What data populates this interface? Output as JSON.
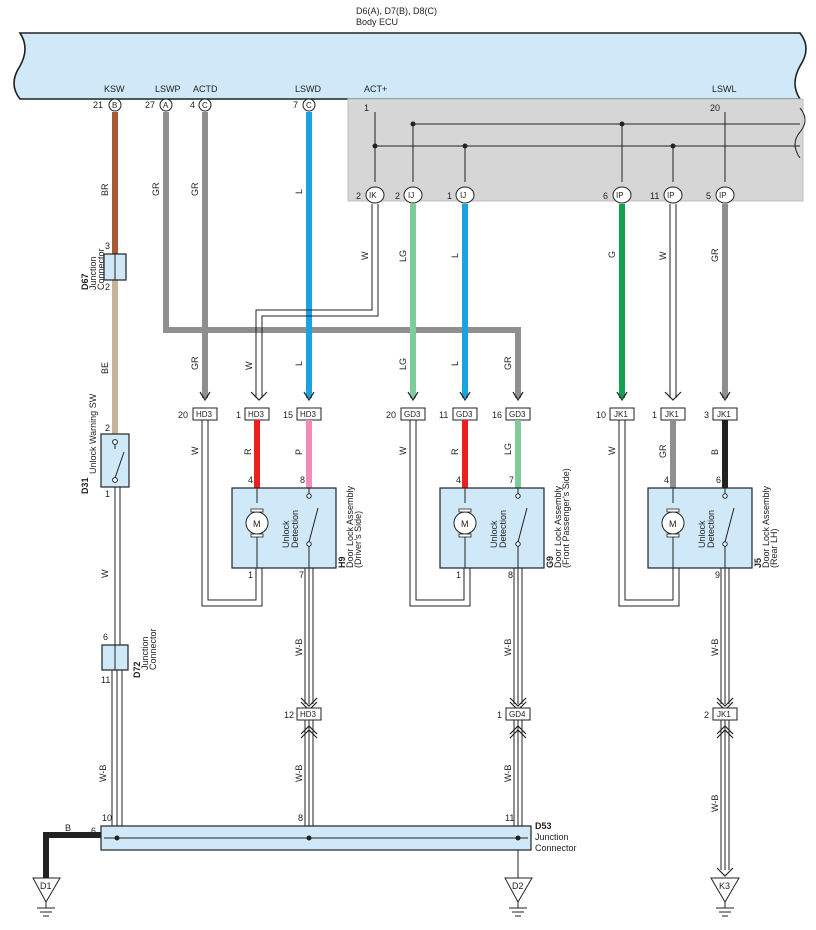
{
  "ecu": {
    "codes": "D6(A), D7(B), D8(C)",
    "name": "Body ECU"
  },
  "ecu_pins": [
    {
      "name": "KSW",
      "pin": "21",
      "letter": "B"
    },
    {
      "name": "LSWP",
      "pin": "27",
      "letter": "A"
    },
    {
      "name": "ACTD",
      "pin": "4",
      "letter": "C"
    },
    {
      "name": "LSWD",
      "pin": "7",
      "letter": "C"
    },
    {
      "name": "ACT+",
      "pin": "1",
      "letter": ""
    },
    {
      "name": "LSWL",
      "pin": "20",
      "letter": ""
    }
  ],
  "junctions": [
    {
      "pin": "2",
      "code": "IK"
    },
    {
      "pin": "2",
      "code": "IJ"
    },
    {
      "pin": "1",
      "code": "IJ"
    },
    {
      "pin": "6",
      "code": "IP"
    },
    {
      "pin": "11",
      "code": "IP"
    },
    {
      "pin": "5",
      "code": "IP"
    }
  ],
  "wire_colors": {
    "BR": "#a85a32",
    "BE": "#c4b49a",
    "GR": "#8f8f8f",
    "L": "#1aa3e0",
    "W": "#ffffff",
    "LG": "#7fcc9a",
    "G": "#10a050",
    "R": "#e82020",
    "P": "#f28cbc",
    "B": "#222222"
  },
  "wire_labels": {
    "br": "BR",
    "be": "BE",
    "gr": "GR",
    "l": "L",
    "w": "W",
    "lg": "LG",
    "g": "G",
    "r": "R",
    "p": "P",
    "b": "B",
    "wb": "W-B"
  },
  "components": {
    "d67": {
      "code": "D67",
      "line1": "Junction",
      "line2": "Connector",
      "pin_top": "3",
      "pin_bottom": "2"
    },
    "d31": {
      "code": "D31",
      "line1": "Unlock Warning SW",
      "pin_top": "2",
      "pin_bottom": "1"
    },
    "d72": {
      "code": "D72",
      "line1": "Junction",
      "line2": "Connector",
      "pin_top": "6",
      "pin_bottom": "11"
    },
    "h9": {
      "code": "H9",
      "line1": "Door Lock Assembly",
      "line2": "(Driver’s Side)"
    },
    "g9": {
      "code": "G9",
      "line1": "Door Lock Assembly",
      "line2": "(Front Passenger’s Side)"
    },
    "j5": {
      "code": "J5",
      "line1": "Door Lock Assembly",
      "line2": "(Rear LH)"
    },
    "d53": {
      "code": "D53",
      "line1": "Junction",
      "line2": "Connector"
    }
  },
  "motor_label": "M",
  "unlock_detection": [
    "Unlock",
    "Detection"
  ],
  "connectors_mid": [
    {
      "pin": "20",
      "code": "HD3"
    },
    {
      "pin": "1",
      "code": "HD3"
    },
    {
      "pin": "15",
      "code": "HD3"
    },
    {
      "pin": "20",
      "code": "GD3"
    },
    {
      "pin": "11",
      "code": "GD3"
    },
    {
      "pin": "16",
      "code": "GD3"
    },
    {
      "pin": "10",
      "code": "JK1"
    },
    {
      "pin": "1",
      "code": "JK1"
    },
    {
      "pin": "3",
      "code": "JK1"
    }
  ],
  "connectors_low": [
    {
      "pin": "12",
      "code": "HD3"
    },
    {
      "pin": "1",
      "code": "GD4"
    },
    {
      "pin": "2",
      "code": "JK1"
    }
  ],
  "pins": {
    "h9": [
      "4",
      "8",
      "1",
      "7"
    ],
    "g9": [
      "4",
      "7",
      "1",
      "8"
    ],
    "j5": [
      "4",
      "6",
      "9"
    ],
    "d53": [
      "10",
      "8",
      "11",
      "6"
    ]
  },
  "grounds": [
    "D1",
    "D2",
    "K3"
  ]
}
